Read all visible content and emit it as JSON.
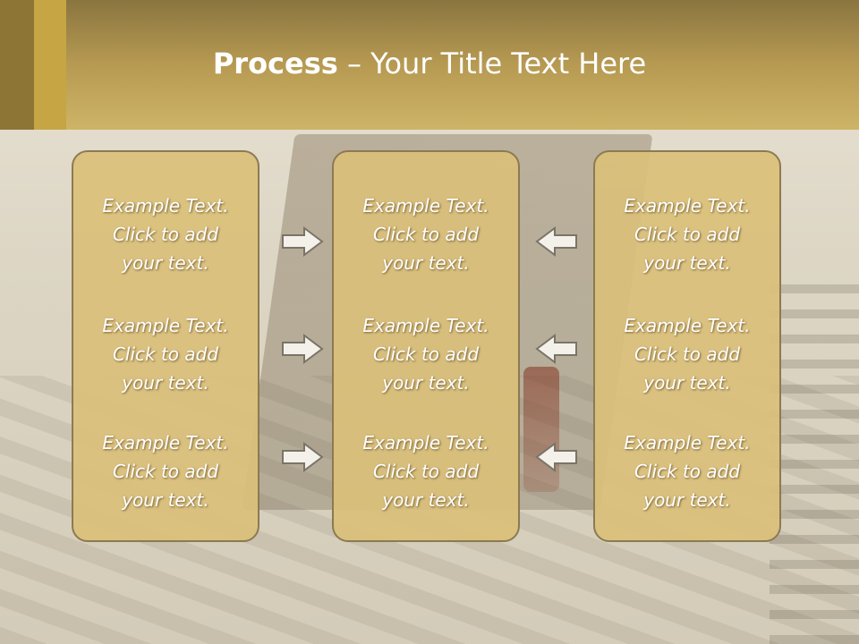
{
  "title": {
    "bold": "Process",
    "rest": " – Your Title Text Here"
  },
  "columns": [
    {
      "items": [
        {
          "line1": "Example Text.",
          "line2": "Click  to add",
          "line3": "your text."
        },
        {
          "line1": "Example Text.",
          "line2": "Click  to add",
          "line3": "your text."
        },
        {
          "line1": "Example Text.",
          "line2": "Click  to add",
          "line3": "your text."
        }
      ]
    },
    {
      "items": [
        {
          "line1": "Example Text.",
          "line2": "Click  to add",
          "line3": "your text."
        },
        {
          "line1": "Example Text.",
          "line2": "Click  to add",
          "line3": "your text."
        },
        {
          "line1": "Example Text.",
          "line2": "Click  to add",
          "line3": "your text."
        }
      ]
    },
    {
      "items": [
        {
          "line1": "Example Text.",
          "line2": "Click  to add",
          "line3": "your text."
        },
        {
          "line1": "Example Text.",
          "line2": "Click  to add",
          "line3": "your text."
        },
        {
          "line1": "Example Text.",
          "line2": "Click  to add",
          "line3": "your text."
        }
      ]
    }
  ],
  "icons": {
    "right_arrow": "arrow-right-icon",
    "left_arrow": "arrow-left-icon"
  },
  "colors": {
    "header": "#b79a52",
    "box_fill": "#dac07a",
    "box_border": "#8c7a52",
    "text": "#ffffff"
  }
}
